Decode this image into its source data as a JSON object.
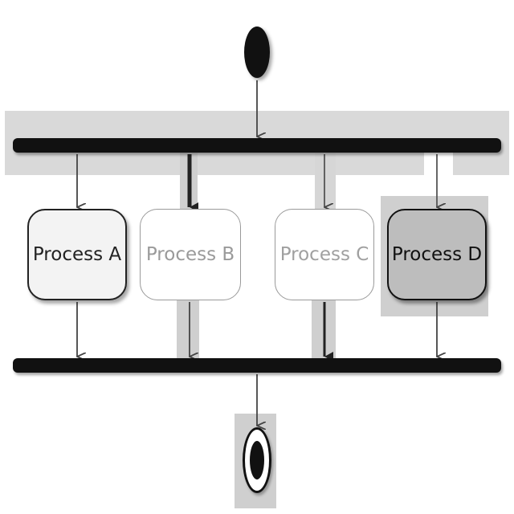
{
  "diagram": {
    "type": "activity",
    "processes": [
      {
        "label": "Process A",
        "style": "normal"
      },
      {
        "label": "Process B",
        "style": "faded"
      },
      {
        "label": "Process C",
        "style": "faded"
      },
      {
        "label": "Process D",
        "style": "highlighted"
      }
    ],
    "edges": [
      {
        "from": "start",
        "to": "fork"
      },
      {
        "from": "fork",
        "to": "Process A"
      },
      {
        "from": "fork",
        "to": "Process B"
      },
      {
        "from": "fork",
        "to": "Process C"
      },
      {
        "from": "fork",
        "to": "Process D"
      },
      {
        "from": "Process A",
        "to": "join"
      },
      {
        "from": "Process B",
        "to": "join"
      },
      {
        "from": "Process C",
        "to": "join"
      },
      {
        "from": "Process D",
        "to": "join"
      },
      {
        "from": "join",
        "to": "end"
      }
    ]
  },
  "colors": {
    "bar": "#111111",
    "highlight": "#bdbdbd",
    "faded_text": "#9a9a9a"
  }
}
